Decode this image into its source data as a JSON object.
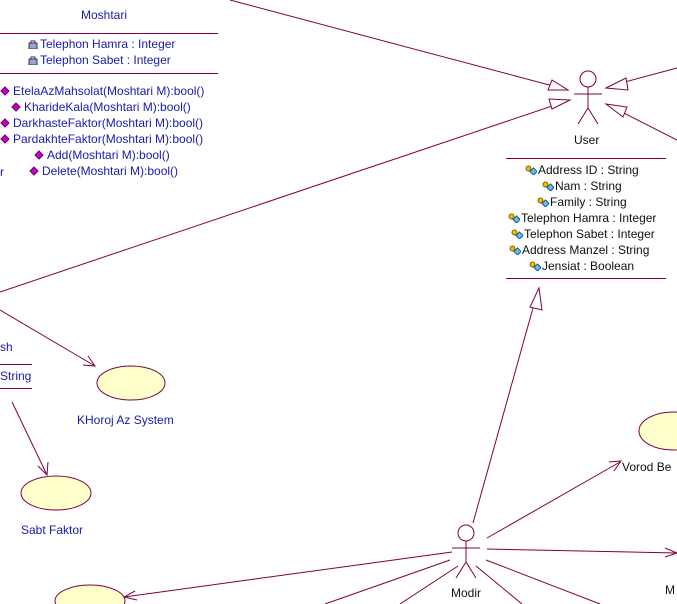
{
  "moshtari": {
    "name": "Moshtari",
    "attributes": [
      "Telephon Hamra : Integer",
      "Telephon Sabet : Integer"
    ],
    "operations": [
      "EtelaAzMahsolat(Moshtari M):bool()",
      "KharideKala(Moshtari M):bool()",
      "DarkhasteFaktor(Moshtari M):bool()",
      "PardakhteFaktor(Moshtari M):bool()",
      "Add(Moshtari M):bool()",
      "Delete(Moshtari M):bool()"
    ],
    "cut_fragment": "r"
  },
  "user": {
    "name": "User",
    "attributes": [
      "Address ID : String",
      "Nam : String",
      "Family : String",
      "Telephon Hamra : Integer",
      "Telephon Sabet : Integer",
      "Address Manzel : String",
      "Jensiat : Boolean"
    ]
  },
  "left_partial": {
    "name_fragment": "sh",
    "attr_fragment": "String"
  },
  "use_cases": {
    "khoroj": "KHoroj Az System",
    "sabt": "Sabt Faktor",
    "vorod": "Vorod Be"
  },
  "actors": {
    "modir": "Modir",
    "right_fragment": "M"
  },
  "colors": {
    "line": "#800040",
    "text_blue": "#1a1aa8",
    "usecase_fill": "#ffffcc",
    "key_icon": "#d4b000",
    "op_icon": "#cc00cc"
  }
}
